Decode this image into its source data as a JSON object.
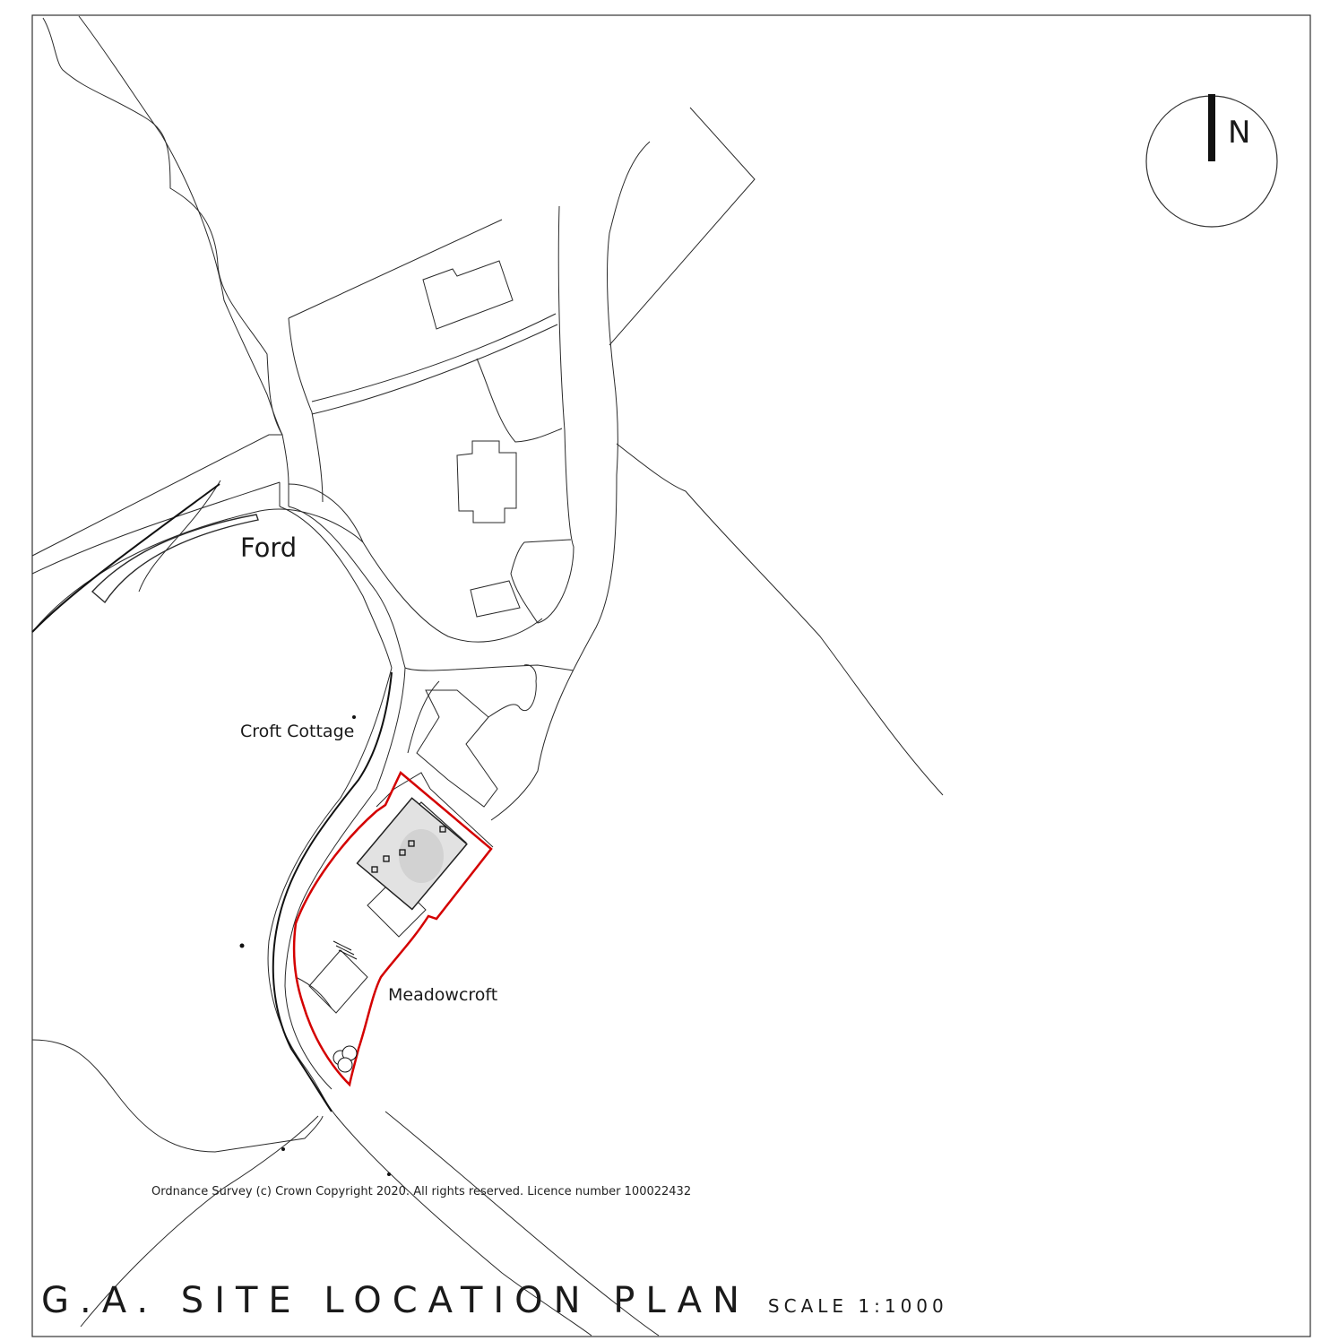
{
  "plan": {
    "title": "G.A. SITE LOCATION PLAN",
    "scale": "SCALE 1:1000",
    "copyright": "Ordnance Survey (c) Crown Copyright 2020. All rights reserved. Licence number 100022432",
    "north_label": "N"
  },
  "places": {
    "ford": "Ford",
    "croft_cottage": "Croft Cottage",
    "meadowcroft": "Meadowcroft"
  },
  "colors": {
    "line": "#2a2a2a",
    "site_boundary": "#d40000",
    "building_fill": "#e2e2e2"
  }
}
